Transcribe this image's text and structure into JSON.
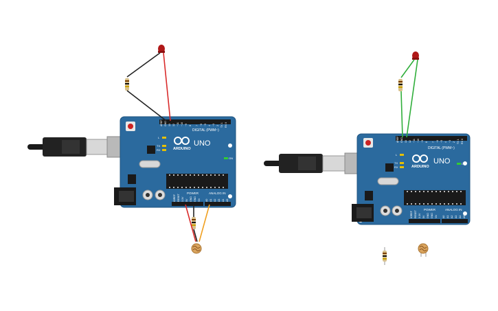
{
  "boards": [
    {
      "brand": "ARDUINO",
      "model": "UNO",
      "digital_header_label": "DIGITAL (PWM~)",
      "power_header_label": "POWER",
      "analog_header_label": "ANALOG IN",
      "on_label": "ON",
      "led_l_label": "L",
      "led_tx_label": "TX",
      "led_rx_label": "RX",
      "digital_pin_labels": [
        "AREF",
        "GND",
        "13",
        "12",
        "~11",
        "~10",
        "~9",
        "8",
        "7",
        "~6",
        "~5",
        "4",
        "~3",
        "2",
        "TX 1",
        "RX 0"
      ],
      "power_pin_labels": [
        "IOREF",
        "RESET",
        "3.3V",
        "5V",
        "GND",
        "GND",
        "Vin"
      ],
      "analog_pin_labels": [
        "A0",
        "A1",
        "A2",
        "A3",
        "A4",
        "A5"
      ]
    },
    {
      "brand": "ARDUINO",
      "model": "UNO",
      "digital_header_label": "DIGITAL (PWM~)",
      "power_header_label": "POWER",
      "analog_header_label": "ANALOG IN",
      "on_label": "ON",
      "led_l_label": "L",
      "led_tx_label": "TX",
      "led_rx_label": "RX",
      "digital_pin_labels": [
        "AREF",
        "GND",
        "13",
        "12",
        "~11",
        "~10",
        "~9",
        "8",
        "7",
        "~6",
        "~5",
        "4",
        "~3",
        "2",
        "TX 1",
        "RX 0"
      ],
      "power_pin_labels": [
        "IOREF",
        "RESET",
        "3.3V",
        "5V",
        "GND",
        "GND",
        "Vin"
      ],
      "analog_pin_labels": [
        "A0",
        "A1",
        "A2",
        "A3",
        "A4",
        "A5"
      ]
    }
  ],
  "colors": {
    "board": "#2b6a9e",
    "board_edge": "#1f5480",
    "wire_red": "#d92b2b",
    "wire_black": "#222222",
    "wire_green": "#2fae3a",
    "wire_orange": "#f0a020",
    "led": "#b01818",
    "photoresistor": "#d9a45e"
  }
}
